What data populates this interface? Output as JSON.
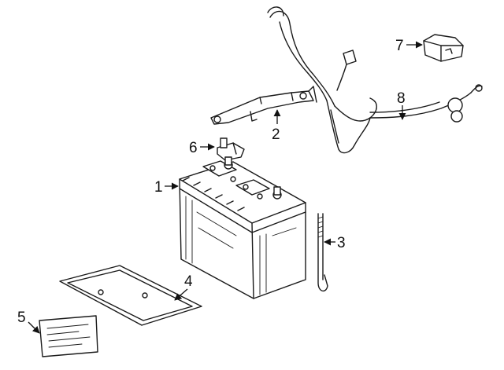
{
  "colors": {
    "line": "#1a1a1a",
    "background": "#ffffff"
  },
  "parts": [
    {
      "callout": "1",
      "icon": "battery-icon"
    },
    {
      "callout": "2",
      "icon": "hold-down-clamp-icon"
    },
    {
      "callout": "3",
      "icon": "hold-down-bolt-icon"
    },
    {
      "callout": "4",
      "icon": "battery-tray-icon"
    },
    {
      "callout": "5",
      "icon": "label-icon"
    },
    {
      "callout": "6",
      "icon": "terminal-clamp-icon"
    },
    {
      "callout": "7",
      "icon": "fuse-block-icon"
    },
    {
      "callout": "8",
      "icon": "battery-cable-icon"
    }
  ]
}
